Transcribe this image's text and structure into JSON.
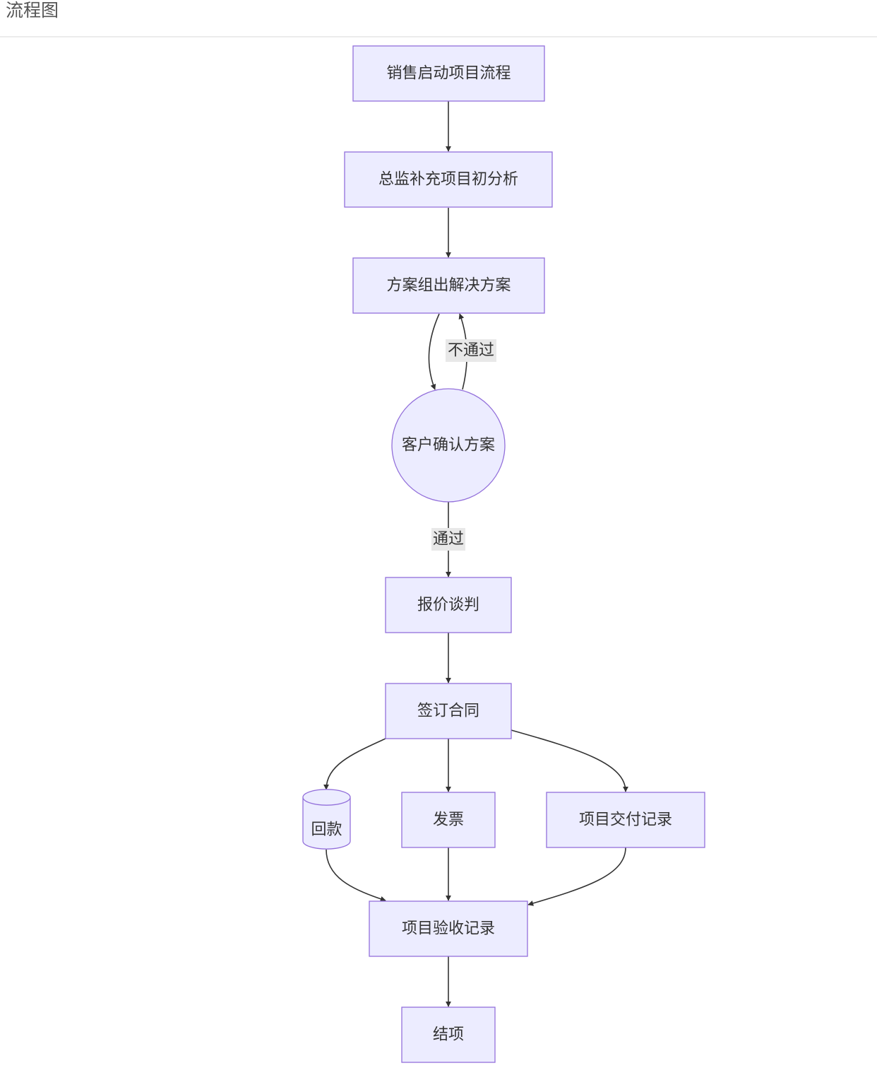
{
  "page": {
    "title": "流程图"
  },
  "diagram": {
    "nodes": {
      "start": "销售启动项目流程",
      "analysis": "总监补充项目初分析",
      "solution": "方案组出解决方案",
      "confirm": "客户确认方案",
      "quote": "报价谈判",
      "contract": "签订合同",
      "payment": "回款",
      "invoice": "发票",
      "delivery": "项目交付记录",
      "acceptance": "项目验收记录",
      "close": "结项"
    },
    "edge_labels": {
      "reject": "不通过",
      "pass": "通过"
    },
    "colors": {
      "node_fill": "#ececff",
      "node_stroke": "#9370db",
      "edge": "#333333",
      "label_bg": "#e8e8e8"
    }
  }
}
